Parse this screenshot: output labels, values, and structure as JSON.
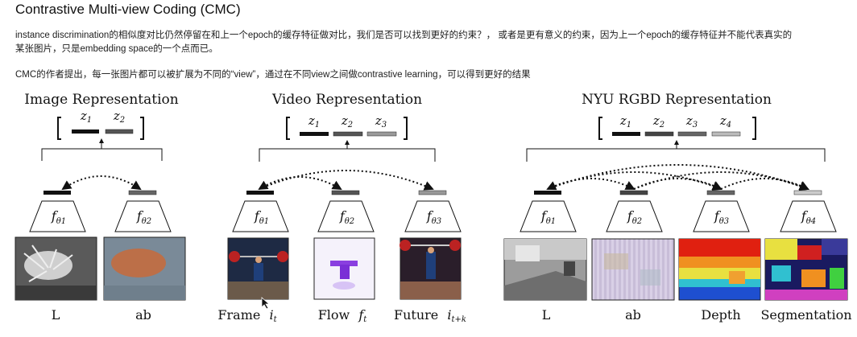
{
  "page": {
    "title": "Contrastive Multi-view Coding (CMC)",
    "paragraph1_line1": "instance discrimination的相似度对比仍然停留在和上一个epoch的缓存特征做对比，我们是否可以找到更好的约束？， 或者是更有意义的约束，因为上一个epoch的缓存特征并不能代表真实的",
    "paragraph1_line2": "某张图片，只是embedding space的一个点而已。",
    "paragraph2": "CMC的作者提出，每一张图片都可以被扩展为不同的“view”，通过在不同view之间做contrastive learning，可以得到更好的结果"
  },
  "figure": {
    "panels": [
      {
        "heading": "Image Representation",
        "z": [
          {
            "base": "z",
            "sub": "1"
          },
          {
            "base": "z",
            "sub": "2"
          }
        ],
        "encoders": [
          {
            "sub": "θ1"
          },
          {
            "sub": "θ2"
          }
        ],
        "captions": [
          {
            "text": "L",
            "var": "",
            "sub": ""
          },
          {
            "text": "ab",
            "var": "",
            "sub": ""
          }
        ]
      },
      {
        "heading": "Video Representation",
        "z": [
          {
            "base": "z",
            "sub": "1"
          },
          {
            "base": "z",
            "sub": "2"
          },
          {
            "base": "z",
            "sub": "3"
          }
        ],
        "encoders": [
          {
            "sub": "θ1"
          },
          {
            "sub": "θ2"
          },
          {
            "sub": "θ3"
          }
        ],
        "captions": [
          {
            "text": "Frame",
            "var": "i",
            "sub": "t"
          },
          {
            "text": "Flow",
            "var": "f",
            "sub": "t"
          },
          {
            "text": "Future",
            "var": "i",
            "sub": "t+k"
          }
        ]
      },
      {
        "heading": "NYU RGBD Representation",
        "z": [
          {
            "base": "z",
            "sub": "1"
          },
          {
            "base": "z",
            "sub": "2"
          },
          {
            "base": "z",
            "sub": "3"
          },
          {
            "base": "z",
            "sub": "4"
          }
        ],
        "encoders": [
          {
            "sub": "θ1"
          },
          {
            "sub": "θ2"
          },
          {
            "sub": "θ3"
          },
          {
            "sub": "θ4"
          }
        ],
        "captions": [
          {
            "text": "L",
            "var": "",
            "sub": ""
          },
          {
            "text": "ab",
            "var": "",
            "sub": ""
          },
          {
            "text": "Depth",
            "var": "",
            "sub": ""
          },
          {
            "text": "Segmentation",
            "var": "",
            "sub": ""
          }
        ]
      }
    ]
  }
}
